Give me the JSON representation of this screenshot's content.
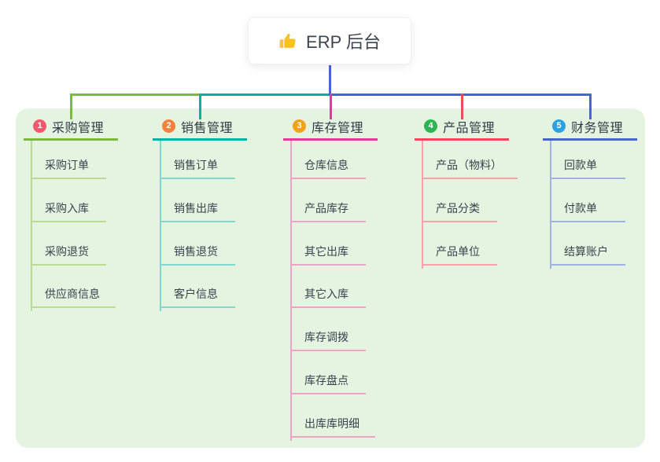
{
  "root": {
    "title": "ERP 后台",
    "icon": "thumbs-up-icon"
  },
  "branches": [
    {
      "index": "1",
      "label": "采购管理",
      "badge_color": "#f4586c",
      "line_color": "#7cb93e",
      "light_color": "#b9dc92",
      "children": [
        "采购订单",
        "采购入库",
        "采购退货",
        "供应商信息"
      ]
    },
    {
      "index": "2",
      "label": "销售管理",
      "badge_color": "#f5823b",
      "line_color": "#00b3a4",
      "light_color": "#82d8cd",
      "children": [
        "销售订单",
        "销售出库",
        "销售退货",
        "客户信息"
      ]
    },
    {
      "index": "3",
      "label": "库存管理",
      "badge_color": "#f6a219",
      "line_color": "#e6399b",
      "light_color": "#f2a2c9",
      "children": [
        "仓库信息",
        "产品库存",
        "其它出库",
        "其它入库",
        "库存调拨",
        "库存盘点",
        "出库库明细"
      ]
    },
    {
      "index": "4",
      "label": "产品管理",
      "badge_color": "#2db553",
      "line_color": "#f4495c",
      "light_color": "#f8a3ac",
      "children": [
        "产品（物料）",
        "产品分类",
        "产品单位"
      ]
    },
    {
      "index": "5",
      "label": "财务管理",
      "badge_color": "#2aa2df",
      "line_color": "#4964d2",
      "light_color": "#a3b2e6",
      "children": [
        "回款单",
        "付款单",
        "结算账户"
      ]
    }
  ],
  "colors": {
    "panel_bg": "#e5f4e1",
    "canvas_bg": "#ffffff",
    "root_line": "#4a62d8",
    "text": "#323a45"
  }
}
